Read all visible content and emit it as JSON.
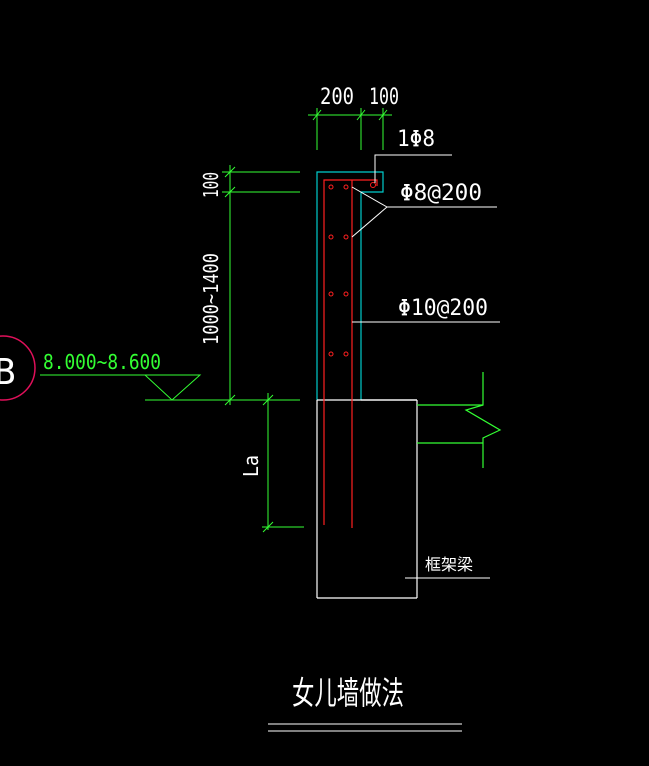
{
  "drawing": {
    "title": "女儿墙做法",
    "dims": {
      "top_left": "200",
      "top_right": "100",
      "side_top": "100",
      "side_height": "1000~1400",
      "anchorage": "La"
    },
    "rebar_labels": {
      "top_bar": "1Φ8",
      "horizontal": "Φ8@200",
      "vertical": "Φ10@200"
    },
    "elevation": "8.000~8.600",
    "axis_bubble": "B",
    "beam_label": "框架梁",
    "colors": {
      "background": "#000000",
      "outline": "#00cccc",
      "dimension": "#33ff33",
      "rebar": "#ff2020",
      "text": "#ffffff",
      "axis": "#e0105a"
    }
  }
}
